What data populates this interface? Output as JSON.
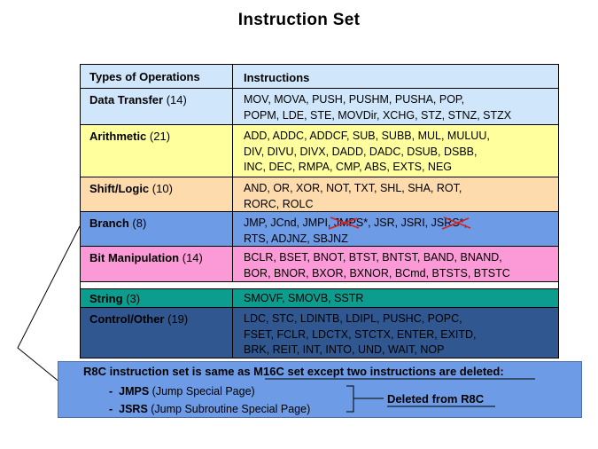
{
  "title": "Instruction Set",
  "table": {
    "headers": {
      "operations": "Types of Operations",
      "instructions": "Instructions"
    },
    "rows": [
      {
        "name": "Data Transfer",
        "count": "(14)",
        "color": "#d0e6fb",
        "lines": [
          "MOV, MOVA, PUSH, PUSHM, PUSHA, POP,",
          "POPM, LDE, STE, MOVDir, XCHG, STZ, STNZ, STZX"
        ]
      },
      {
        "name": "Arithmetic",
        "count": "(21)",
        "color": "#ffff9d",
        "lines": [
          "ADD, ADDC, ADDCF, SUB, SUBB, MUL, MULUU,",
          "DIV, DIVU, DIVX, DADD, DADC, DSUB, DSBB,",
          "INC, DEC, RMPA, CMP, ABS, EXTS, NEG"
        ]
      },
      {
        "name": "Shift/Logic",
        "count": "(10)",
        "color": "#fedbad",
        "lines": [
          "AND, OR, XOR, NOT, TXT, SHL, SHA, ROT,",
          "RORC, ROLC"
        ]
      },
      {
        "name": "Branch",
        "count": "(8)",
        "color": "#6e9be6",
        "lines": [
          "JMP, JCnd, JMPI, JMPS*, JSR, JSRI, JSRS*,",
          "RTS, ADJNZ, SBJNZ"
        ]
      },
      {
        "name": "Bit Manipulation",
        "count": "(14)",
        "color": "#fb9ad6",
        "lines": [
          "BCLR, BSET, BNOT, BTST, BNTST, BAND, BNAND,",
          "BOR, BNOR, BXOR, BXNOR, BCmd, BTSTS, BTSTC"
        ]
      },
      {
        "name": "String",
        "count": "(3)",
        "color": "#0d9d8f",
        "lines": [
          "SMOVF, SMOVB, SSTR"
        ]
      },
      {
        "name": "Control/Other",
        "count": "(19)",
        "color": "#30578f",
        "lines": [
          "LDC, STC, LDINTB, LDIPL, PUSHC, POPC,",
          "FSET, FCLR, LDCTX, STCTX, ENTER, EXITD,",
          "BRK, REIT, INT, INTO, UND, WAIT, NOP"
        ]
      }
    ]
  },
  "note": {
    "title": "R8C instruction set is same as M16C set except two instructions are deleted:",
    "items": [
      {
        "dash": "-",
        "code": "JMPS",
        "desc": "(Jump Special Page)"
      },
      {
        "dash": "-",
        "code": "JSRS",
        "desc": "(Jump Subroutine Special Page)"
      }
    ],
    "deleted_label": "Deleted from R8C",
    "background": "#6e9be6"
  },
  "colors": {
    "strike": "#d42020",
    "header": "#d0e6fb"
  }
}
